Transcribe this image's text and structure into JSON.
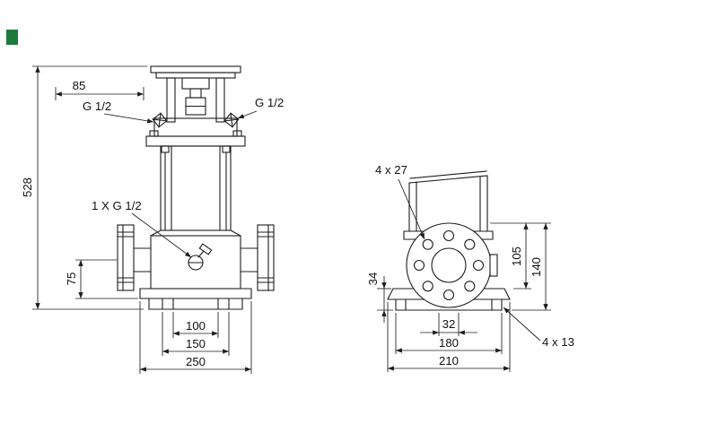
{
  "colors": {
    "line": "#1c1c1c",
    "brand": "#1e7a3a"
  },
  "front_view": {
    "labels": {
      "top_offset": "85",
      "plug_left": "G 1/2",
      "plug_right": "G 1/2",
      "overall_height": "528",
      "vent_port": "1 X G 1/2",
      "port_height": "75",
      "base_inner": "100",
      "foot_span": "150",
      "base_width": "250"
    }
  },
  "side_view": {
    "labels": {
      "flange_holes": "4 x 27",
      "center_height": "105",
      "flange_top_height": "140",
      "base_height": "34",
      "slot_width": "32",
      "foot_span": "180",
      "base_depth": "210",
      "base_holes": "4 x 13"
    }
  }
}
